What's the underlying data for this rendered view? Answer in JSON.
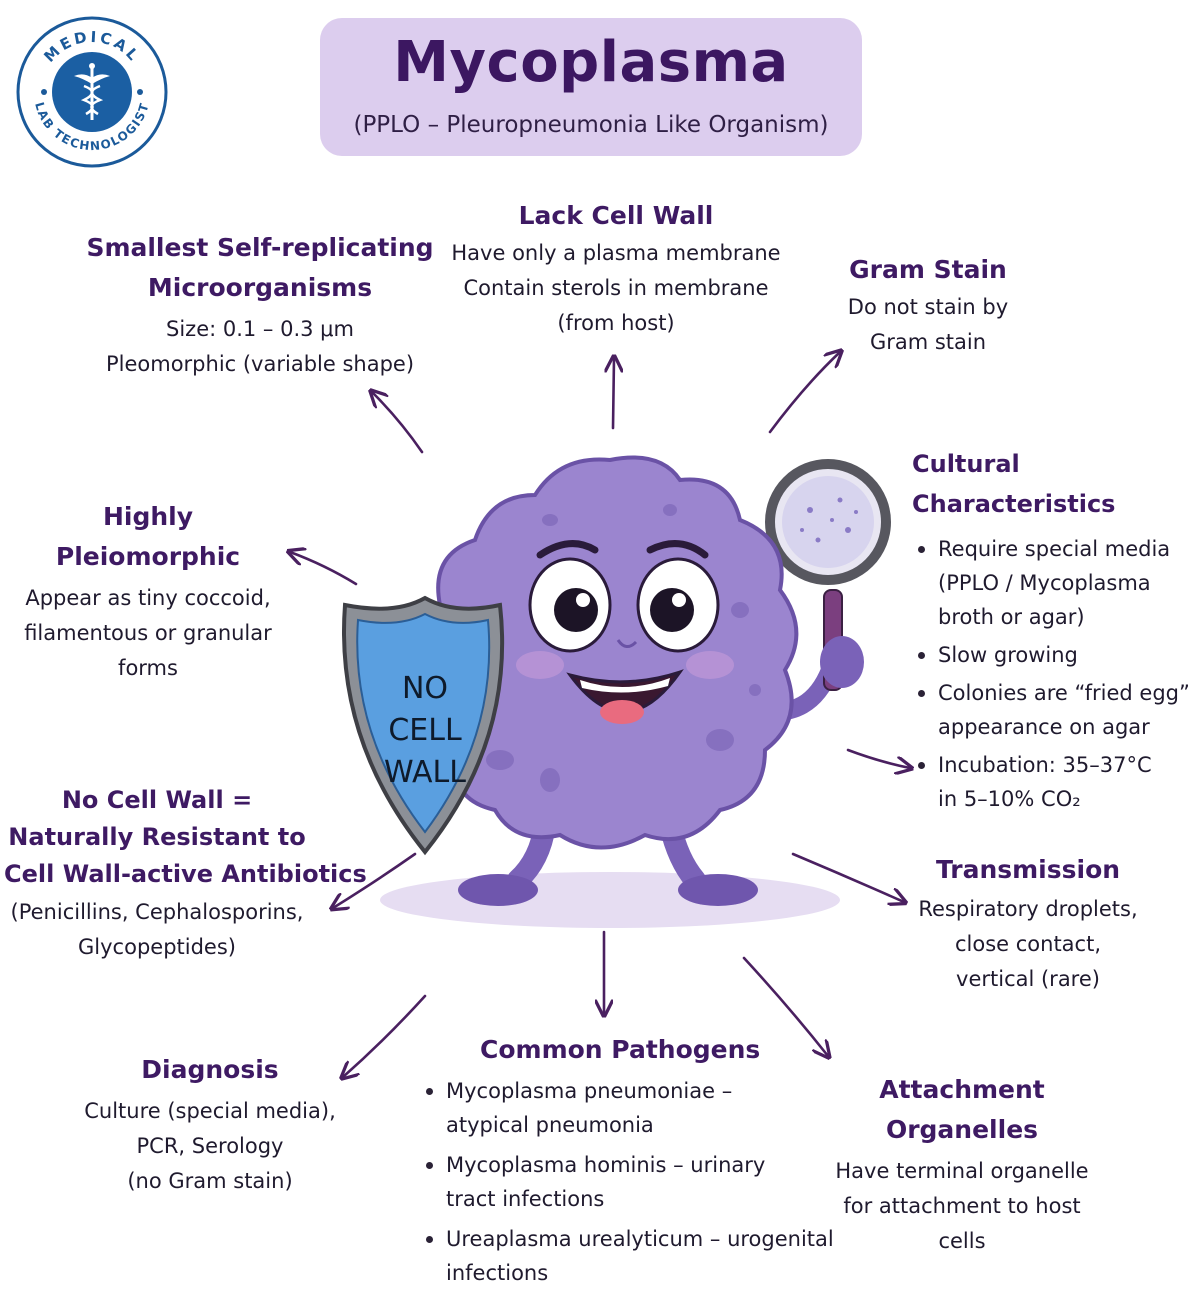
{
  "logo": {
    "text_top": "MEDICAL",
    "text_bottom": "LAB TECHNOLOGIST"
  },
  "title": {
    "main": "Mycoplasma",
    "subtitle": "(PPLO – Pleuropneumonia Like Organism)"
  },
  "mascot": {
    "shield_lines": [
      "NO",
      "CELL",
      "WALL"
    ]
  },
  "sections": {
    "smallest": {
      "heading": [
        "Smallest Self-replicating",
        "Microorganisms"
      ],
      "lines": [
        "Size: 0.1 – 0.3 μm",
        "Pleomorphic (variable shape)"
      ]
    },
    "lack_wall": {
      "heading": "Lack Cell Wall",
      "lines": [
        "Have only a plasma membrane",
        "Contain sterols in membrane",
        "(from host)"
      ]
    },
    "gram": {
      "heading": "Gram Stain",
      "lines": [
        "Do not stain by",
        "Gram stain"
      ]
    },
    "pleomorphic": {
      "heading": "Highly Pleiomorphic",
      "lines": [
        "Appear as tiny coccoid,",
        "filamentous or granular",
        "forms"
      ]
    },
    "cultural": {
      "heading": "Cultural Characteristics",
      "bullets": [
        [
          "Require special media",
          "(PPLO / Mycoplasma",
          "broth or agar)"
        ],
        [
          "Slow growing"
        ],
        [
          "Colonies are “fried egg”",
          "appearance on agar"
        ],
        [
          "Incubation: 35–37°C",
          "in 5–10% CO₂"
        ]
      ]
    },
    "resistant": {
      "heading": [
        "No Cell Wall =",
        "Naturally Resistant to",
        "Cell Wall-active Antibiotics"
      ],
      "lines": [
        "(Penicillins, Cephalosporins,",
        "Glycopeptides)"
      ]
    },
    "transmission": {
      "heading": "Transmission",
      "lines": [
        "Respiratory droplets,",
        "close contact,",
        "vertical (rare)"
      ]
    },
    "diagnosis": {
      "heading": "Diagnosis",
      "lines": [
        "Culture (special media),",
        "PCR, Serology",
        "(no Gram stain)"
      ]
    },
    "pathogens": {
      "heading": "Common Pathogens",
      "bullets": [
        [
          "Mycoplasma pneumoniae –",
          "atypical pneumonia"
        ],
        [
          "Mycoplasma hominis – urinary",
          "tract infections"
        ],
        [
          "Ureaplasma urealyticum – urogenital",
          "infections"
        ]
      ]
    },
    "attachment": {
      "heading": "Attachment Organelles",
      "lines": [
        "Have terminal organelle",
        "for attachment to host",
        "cells"
      ]
    }
  },
  "colors": {
    "title_box": "#dccdee",
    "heading": "#3e1a63",
    "cell_body": "#9b85cf",
    "shield": "#5a9fe0",
    "arrow": "#4a2060"
  }
}
